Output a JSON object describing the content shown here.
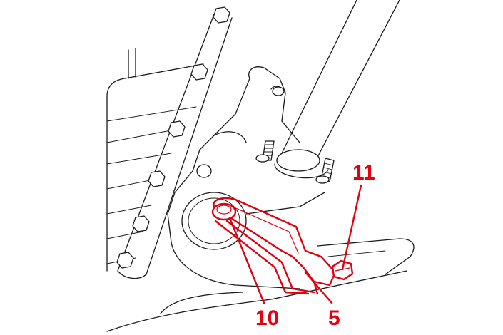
{
  "callouts": [
    {
      "id": "11",
      "label": "11"
    },
    {
      "id": "10",
      "label": "10"
    },
    {
      "id": "5",
      "label": "5"
    }
  ],
  "colors": {
    "highlight": "#e3000f",
    "line": "#1a1a1a",
    "background": "#ffffff"
  }
}
